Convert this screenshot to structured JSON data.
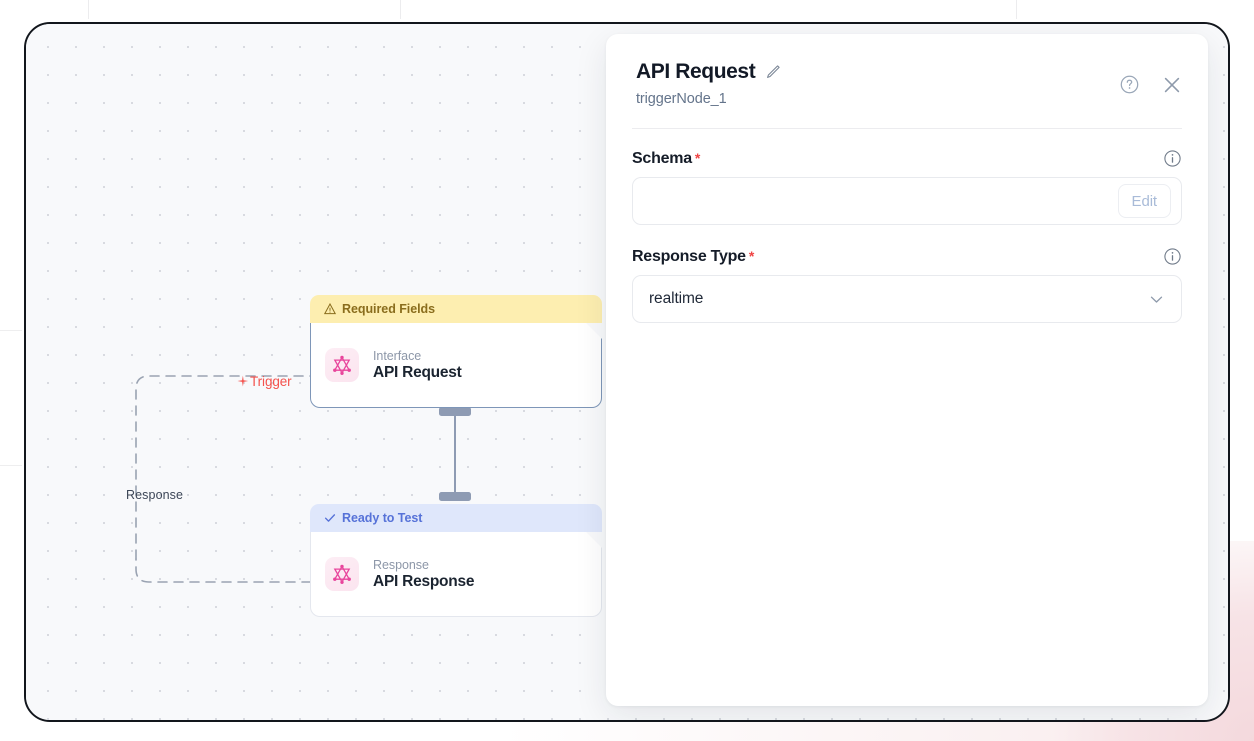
{
  "window": {
    "background_color": "#f8f9fb",
    "border_color": "#12161c"
  },
  "canvas": {
    "grid": "dot-grid",
    "edges": [
      {
        "name": "trigger-edge",
        "label": "Trigger",
        "icon": "lightning-bolt-icon",
        "color": "#f4524d",
        "style": "dashed"
      },
      {
        "name": "response-edge",
        "label": "Response",
        "color": "#9aa3b2",
        "style": "dashed"
      },
      {
        "name": "node-connector",
        "label": "",
        "color": "#8e9bb3",
        "style": "solid"
      }
    ],
    "nodes": [
      {
        "id": "api-request-node",
        "banner": {
          "text": "Required Fields",
          "icon": "warning-triangle-icon",
          "bg": "#fdeeb0",
          "fg": "#8a6d1d"
        },
        "kind": "Interface",
        "title": "API Request",
        "icon": "graphql-icon",
        "selected": true
      },
      {
        "id": "api-response-node",
        "banner": {
          "text": "Ready to Test",
          "icon": "check-icon",
          "bg": "#dfe7fb",
          "fg": "#5672d8"
        },
        "kind": "Response",
        "title": "API Response",
        "icon": "graphql-icon",
        "selected": false
      }
    ]
  },
  "panel": {
    "title": "API Request",
    "edit_title_icon": "pencil-icon",
    "subtitle": "triggerNode_1",
    "help_icon": "question-circle-icon",
    "close_icon": "close-icon",
    "fields": [
      {
        "name": "schema",
        "label": "Schema",
        "required_marker": "*",
        "info_icon": "info-circle-icon",
        "control": "text-with-button",
        "value": "",
        "placeholder": "",
        "button_label": "Edit"
      },
      {
        "name": "response-type",
        "label": "Response Type",
        "required_marker": "*",
        "info_icon": "info-circle-icon",
        "control": "select",
        "value": "realtime",
        "chevron_icon": "chevron-down-icon"
      }
    ]
  }
}
